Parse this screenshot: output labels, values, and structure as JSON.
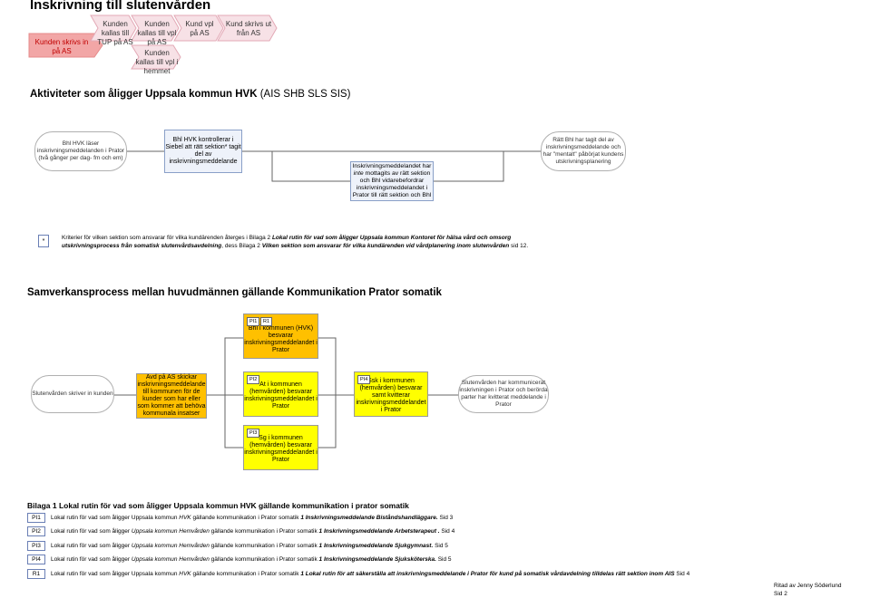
{
  "title": "Inskrivning till slutenvården",
  "process": {
    "steps": [
      {
        "label": "Kunden skrivs in på AS"
      },
      {
        "label": "Kunden kallas till TUP på AS"
      },
      {
        "label": "Kunden kallas till vpl på AS"
      },
      {
        "label": "Kund vpl på AS"
      },
      {
        "label": "Kund skrivs ut från AS"
      },
      {
        "label": "Kunden kallas till vpl i hemmet"
      }
    ]
  },
  "activities": {
    "heading": "Aktiviteter som åligger Uppsala kommun HVK",
    "heading_suffix": " (AIS SHB SLS SIS)",
    "node1": "Bhl HVK läser inskrivningsmeddelanden i Prator (två gånger per dag- fm och em)",
    "node2": "Bhl HVK kontrollerar i Siebel att rätt sektion* tagit del av inskrivningsmeddelande",
    "node3_pre": "Inskrivningsmeddelandet har ",
    "node3_em": "inte",
    "node3_post": " mottagits av rätt sektion och Bhl vidarebefordrar inskrivningsmeddelandet i Prator till rätt sektion och Bhl",
    "node4": "Rätt Bhl har tagit del av inskrivningsmeddelande och har \"mentalt\" påbörjat kundens utskrivningsplanering"
  },
  "criteria": {
    "marker": "*",
    "part1": "Kriterier för vilken sektion som ansvarar för vilka kundärenden återges i Bilaga 2 ",
    "part2": "Lokal rutin för vad som åligger Uppsala kommun Kontoret för hälsa vård och omsorg utskrivningsprocess från somatisk slutenvårdsavdelning",
    "part3": ", dess Bilaga 2 ",
    "part4": "Vilken sektion som ansvarar för vilka kundärenden vid vårdplanering inom slutenvården",
    "part5": " sid 12."
  },
  "samverkan": {
    "heading": "Samverkansprocess mellan huvudmännen gällande Kommunikation Prator somatik",
    "start": "Slutenvården skriver in kunden",
    "avd": "Avd på AS skickar inskrivningsmeddelande till kommunen för de kunder som har eller som kommer att behöva kommunala insatser",
    "bhl_tag1": "PI1",
    "bhl_tag2": "R1",
    "bhl": "Bhl i kommunen (HVK) besvarar inskrivningsmeddelandet i Prator",
    "at_tag": "PI2",
    "at": "At i kommunen (hemvården) besvarar inskrivningsmeddelandet i Prator",
    "sg_tag": "PI3",
    "sg": "Sg i kommunen (hemvården) besvarar inskrivningsmeddelandet i Prator",
    "ssk_tag": "PI4",
    "ssk": "Ssk i kommunen (hemvården) besvarar samt kvitterar inskrivningsmeddelandet i Prator",
    "end": "Slutenvården har kommunicerat inskrivningen i Prator och berörda parter har kvitterat meddelande i Prator"
  },
  "bilaga": {
    "heading": "Bilaga 1 Lokal rutin för vad som åligger Uppsala kommun HVK gällande kommunikation i prator somatik",
    "rows": [
      {
        "code": "PI1",
        "a": "Lokal rutin för vad som åligger Uppsala kommun ",
        "b": "HVK",
        "c": " gällande  kommunikation i Prator somatik  ",
        "d": "1 Inskrivningsmeddelande Biståndshandläggare.",
        "e": " Sid 3"
      },
      {
        "code": "PI2",
        "a": "Lokal rutin för vad som åligger ",
        "b": "Uppsala kommun Hemvården",
        "c": " gällande  kommunikation i Prator somatik  ",
        "d": "1 Inskrivningsmeddelande Arbetsterapeut .",
        "e": " Sid 4"
      },
      {
        "code": "PI3",
        "a": "Lokal rutin för vad som åligger ",
        "b": "Uppsala kommun Hemvården",
        "c": " gällande  kommunikation i Prator somatik  ",
        "d": "1 Inskrivningsmeddelande Sjukgymnast.",
        "e": " Sid 5"
      },
      {
        "code": "PI4",
        "a": "Lokal rutin för vad som åligger ",
        "b": "Uppsala kommun Hemvården",
        "c": " gällande  kommunikation i Prator somatik  ",
        "d": "1 Inskrivningsmeddelande Sjuksköterska.",
        "e": " Sid 5"
      },
      {
        "code": "R1",
        "a": "Lokal rutin för vad som åligger Uppsala kommun ",
        "b": "HVK",
        "c": " gällande  kommunikation i Prator somatik  ",
        "d": "1 Lokal rutin för att säkerställa att inskrivningsmeddelande i Prator för kund på somatisk vårdavdelning tilldelas rätt sektion inom AIS",
        "e": " Sid 4"
      }
    ]
  },
  "footer": {
    "author": "Ritad av Jenny Söderlund",
    "page": "Sid 2"
  },
  "colors": {
    "pink_step": "#f2a6a6",
    "light_step": "#f7e1e6",
    "yellow": "#ffff00",
    "orange": "#ffc000",
    "blue_box": "#eef2fa"
  }
}
